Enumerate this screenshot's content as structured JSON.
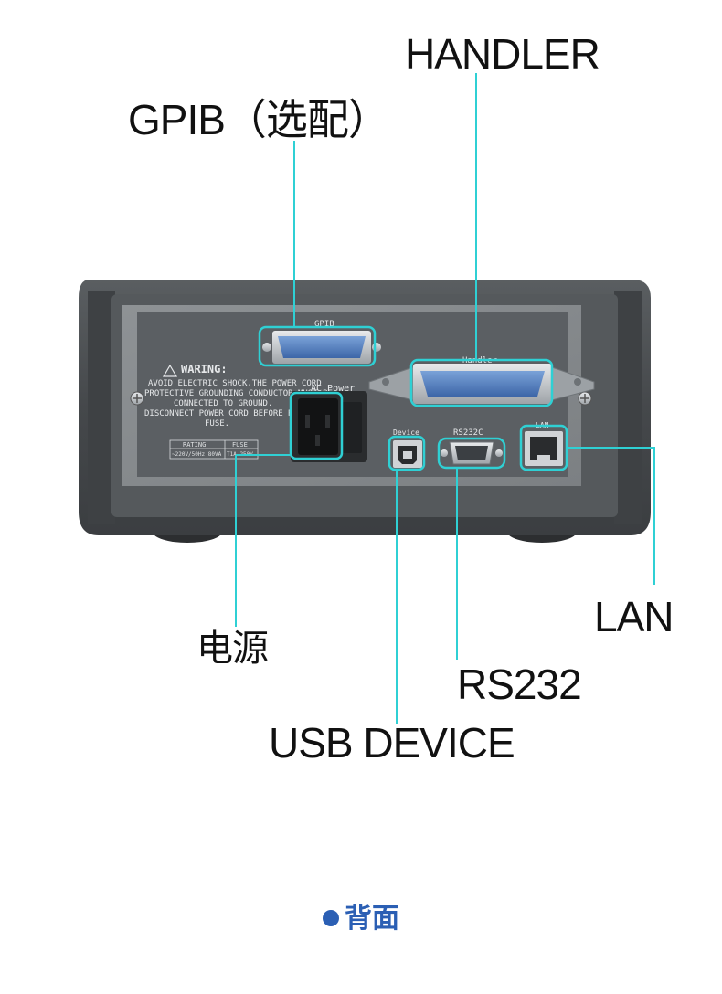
{
  "labels": {
    "handler": "HANDLER",
    "gpib": "GPIB（选配）",
    "power": "电源",
    "usb_device": "USB DEVICE",
    "rs232": "RS232",
    "lan": "LAN"
  },
  "panel_text": {
    "gpib": "GPIB",
    "handler": "Handler",
    "ac_power": "AC Power",
    "device": "Device",
    "rs232c": "RS232C",
    "lan": "LAN",
    "warning_title": "WARING:",
    "warning_lines": [
      "AVOID ELECTRIC SHOCK,THE POWER CORD",
      "PROTECTIVE GROUNDING CONDUCTOR MUST BE",
      "CONNECTED TO GROUND.",
      "DISCONNECT POWER CORD BEFORE REPLACING",
      "FUSE."
    ],
    "rating_header": "RATING",
    "fuse_header": "FUSE",
    "rating_value": "~220V/50Hz 80VA",
    "fuse_value": "T1A 250V"
  },
  "footer": {
    "text": "背面"
  },
  "colors": {
    "callout_line": "#2fd0d4",
    "footer_blue": "#2b5fb4",
    "chassis": "#4a4d50",
    "panel": "#8f9396"
  }
}
